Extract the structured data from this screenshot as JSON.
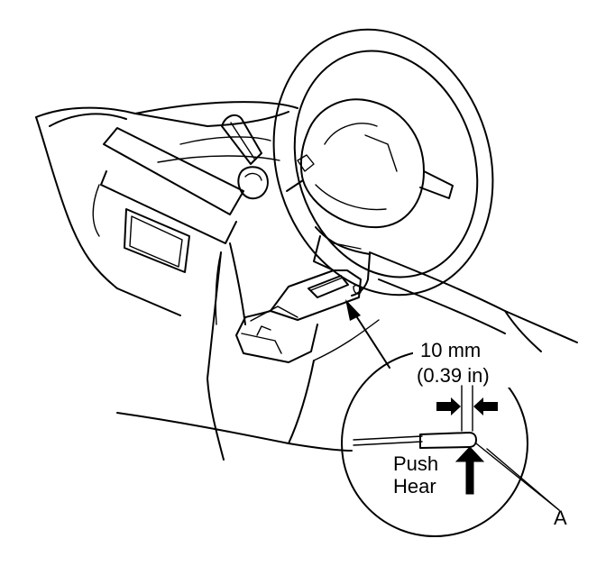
{
  "callout": {
    "dimension_mm": "10 mm",
    "dimension_in": "(0.39 in)",
    "action_line1": "Push",
    "action_line2": "Hear",
    "part_label": "A"
  }
}
